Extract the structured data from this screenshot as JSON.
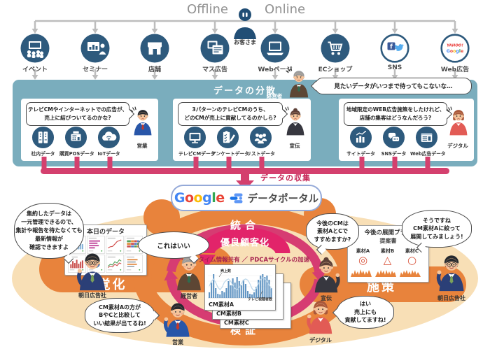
{
  "colors": {
    "teal": "#7aadbd",
    "navy": "#2e5a7d",
    "pink_connector": "#d4406e",
    "cycle_pink": "#d63c72",
    "arrow_magenta": "#e2246a",
    "orange": "#e8833c",
    "peach": "#f8dfb6",
    "maroon_text": "#a6214f",
    "collect_text": "#c52556"
  },
  "top": {
    "offline": "Offline",
    "online": "Online",
    "customer": {
      "label": "お客さま",
      "icon": "customer"
    },
    "channels": [
      {
        "label": "イベント",
        "icon": "event"
      },
      {
        "label": "セミナー",
        "icon": "seminar"
      },
      {
        "label": "店舗",
        "icon": "store"
      },
      {
        "label": "マス広告",
        "icon": "massad"
      },
      {
        "label": "Webページ",
        "icon": "webpage"
      },
      {
        "label": "ECショップ",
        "icon": "ecshop"
      },
      {
        "label": "SNS",
        "icon": "sns"
      },
      {
        "label": "Web広告",
        "icon": "webad"
      }
    ]
  },
  "dispersion": {
    "title": "データの分散",
    "executive": {
      "label": "経営者",
      "bubble": "見たいデータがいつまで待ってもこないな…"
    },
    "groups": [
      {
        "bubble": "テレビCMやインターネットでの広告が、\n売上に結びついてるのかな?",
        "person": "営業",
        "items": [
          {
            "label": "社内データ",
            "icon": "server"
          },
          {
            "label": "購買POSデータ",
            "icon": "pos"
          },
          {
            "label": "IoTデータ",
            "icon": "iot"
          }
        ]
      },
      {
        "bubble": "3パターンのテレビCMのうち、\nどのCMが売上に貢献してるのかしら?",
        "person": "宣伝",
        "items": [
          {
            "label": "テレビCMデータ",
            "icon": "tv"
          },
          {
            "label": "アンケートデータ",
            "icon": "survey"
          },
          {
            "label": "リストデータ",
            "icon": "people"
          }
        ]
      },
      {
        "bubble": "地域限定のWEB広告施策をしたけれど、\n店舗の集客はどうなんだろう?",
        "person": "デジタル",
        "items": [
          {
            "label": "サイトデータ",
            "icon": "sitechart"
          },
          {
            "label": "SNSデータ",
            "icon": "chat"
          },
          {
            "label": "Web広告データ",
            "icon": "browser"
          }
        ]
      }
    ]
  },
  "collection": {
    "label": "データの収集"
  },
  "logo": {
    "letters": [
      "G",
      "o",
      "o",
      "g",
      "l",
      "e"
    ],
    "letter_colors": [
      "#4285F4",
      "#EA4335",
      "#FBBC05",
      "#4285F4",
      "#34A853",
      "#EA4335"
    ],
    "product": "データポータル",
    "icon": "data-portal"
  },
  "cycle": {
    "top": "統合",
    "bottom": "検証",
    "left": "視覚化",
    "right": "施策",
    "inner_arrow": "優良顧客化",
    "subtitle": "リアルタイム情報共有 ／ PDCAサイクルの加速"
  },
  "chart_data": {
    "type": "bar",
    "title": "CM素材A",
    "cards": [
      "CM素材A",
      "CM素材B",
      "CM素材C"
    ],
    "series_labels": {
      "bars": "売上数",
      "line": "テレビ視聴者数"
    },
    "bars": [
      8,
      22,
      34,
      14,
      6,
      5,
      10,
      8,
      14,
      24,
      18,
      28,
      22,
      30,
      24,
      18,
      26,
      20,
      10,
      6,
      5,
      8,
      16,
      26,
      32,
      34,
      30,
      32,
      26,
      14
    ],
    "line": [
      20,
      12,
      8,
      14,
      22,
      26,
      22,
      14,
      10,
      8,
      12,
      18,
      24,
      26,
      22,
      16,
      10,
      8,
      10,
      16,
      24,
      28,
      24,
      16,
      9,
      6,
      8,
      12,
      18,
      24
    ]
  },
  "visualization": {
    "agency": {
      "label": "朝日広告社",
      "bubble": "集約したデータは\n一元管理できるので、\n集計や報告を待たなくても\n最新情報が\n確認できますよ"
    },
    "dashboard": {
      "title": "本日のデータ",
      "tiles": [
        "bar-chart-blue",
        "hbar-chart-pink",
        "line-chart-red",
        "stacked-hbar-chart",
        "bar-chart-red",
        "pie-chart",
        "line-chart-multi",
        "text-report"
      ]
    },
    "executive": {
      "label": "経営者",
      "bubble": "これはいい"
    }
  },
  "action": {
    "pr": {
      "label": "宣伝",
      "bubble": "今後のCMは\n素材AとCで\nすすめますか?"
    },
    "plan": {
      "title": "今後の展開プラン",
      "doc": "提案書",
      "materials": [
        {
          "label": "素材A",
          "mark": "◎"
        },
        {
          "label": "素材B",
          "mark": "△"
        },
        {
          "label": "素材C",
          "mark": "○"
        }
      ]
    },
    "agency": {
      "label": "朝日広告社",
      "bubble": "そうですね\nCM素材Aに絞って\n展開してみましょう!"
    }
  },
  "verification": {
    "sales": {
      "label": "営業",
      "bubble": "CM素材Aの方が\nBやCと比較して\nいい結果が出てるね!"
    },
    "digital": {
      "label": "デジタル",
      "bubble": "はい\n売上にも\n貢献してますね!"
    }
  }
}
